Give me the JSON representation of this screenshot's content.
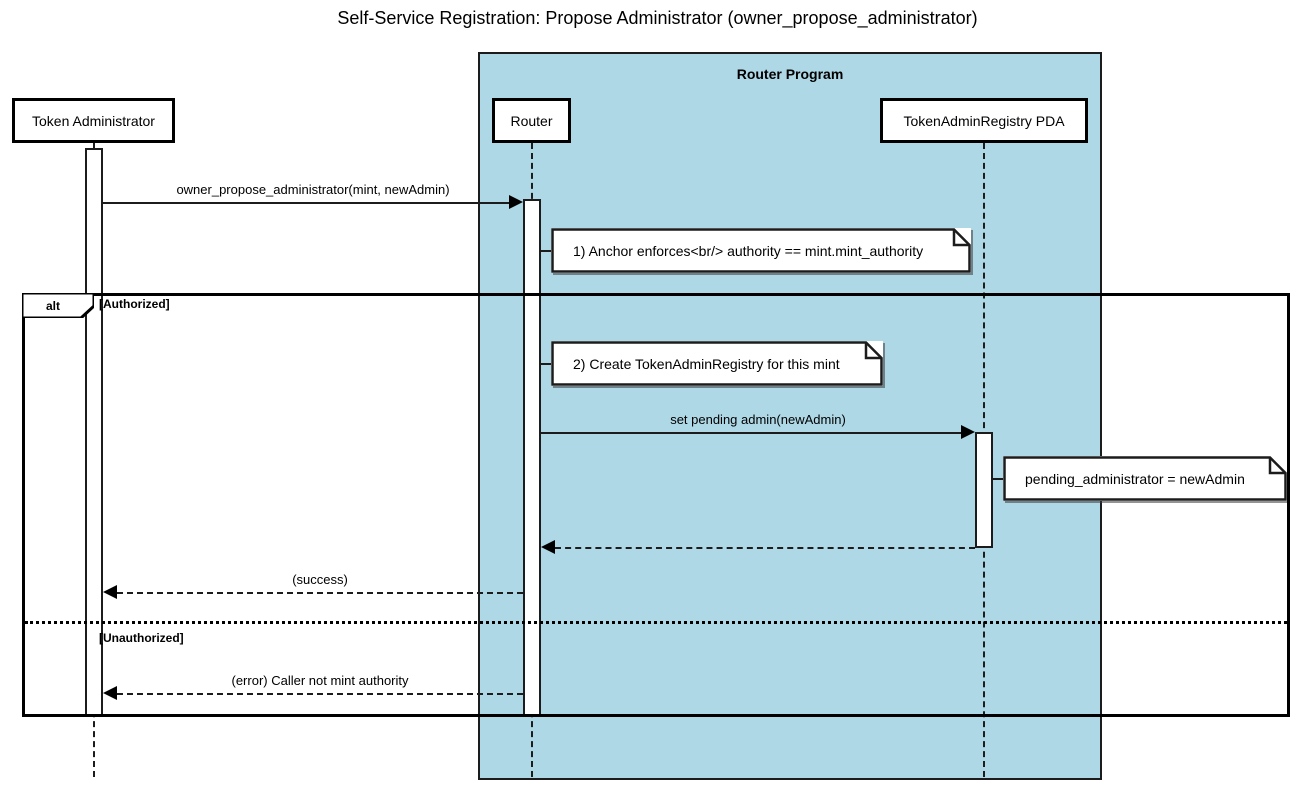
{
  "title": "Self-Service Registration: Propose Administrator (owner_propose_administrator)",
  "colors": {
    "group_fill": "#aed8e6",
    "stroke": "#000000",
    "note_fill": "#ffffff",
    "background": "#ffffff"
  },
  "group": {
    "label": "Router Program"
  },
  "participants": [
    {
      "id": "token-administrator",
      "label": "Token Administrator"
    },
    {
      "id": "router",
      "label": "Router"
    },
    {
      "id": "token-admin-registry-pda",
      "label": "TokenAdminRegistry PDA"
    }
  ],
  "messages": [
    {
      "id": "propose",
      "label": "owner_propose_administrator(mint, newAdmin)",
      "from": "token-administrator",
      "to": "router",
      "style": "solid",
      "direction": "right"
    },
    {
      "id": "set-pending-admin",
      "label": "set pending admin(newAdmin)",
      "from": "router",
      "to": "token-admin-registry-pda",
      "style": "solid",
      "direction": "right"
    },
    {
      "id": "pda-return",
      "label": "",
      "from": "token-admin-registry-pda",
      "to": "router",
      "style": "dashed",
      "direction": "left"
    },
    {
      "id": "success",
      "label": "(success)",
      "from": "router",
      "to": "token-administrator",
      "style": "dashed",
      "direction": "left"
    },
    {
      "id": "error",
      "label": "(error) Caller not mint authority",
      "from": "router",
      "to": "token-administrator",
      "style": "dashed",
      "direction": "left"
    }
  ],
  "notes": [
    {
      "id": "note-anchor-enforces",
      "text": "1) Anchor enforces<br/> authority == mint.mint_authority",
      "attached_to": "router"
    },
    {
      "id": "note-create-registry",
      "text": "2) Create TokenAdminRegistry for this mint",
      "attached_to": "router"
    },
    {
      "id": "note-pending-administrator",
      "text": "pending_administrator = newAdmin",
      "attached_to": "token-admin-registry-pda"
    }
  ],
  "fragment": {
    "operator": "alt",
    "conditions": [
      {
        "id": "authorized",
        "label": "[Authorized]"
      },
      {
        "id": "unauthorized",
        "label": "[Unauthorized]"
      }
    ]
  }
}
